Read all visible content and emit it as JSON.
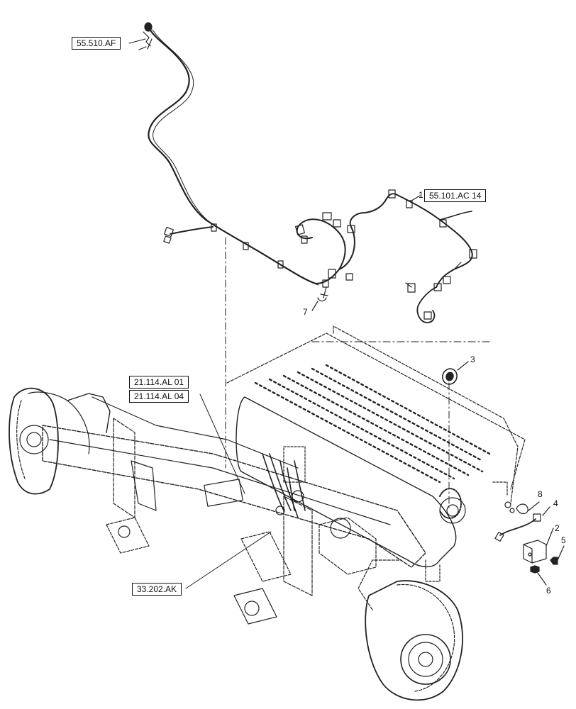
{
  "references": {
    "ref_55_510_af": "55.510.AF",
    "ref_55_101_ac_14": "55.101.AC 14",
    "ref_21_114_al_01": "21.114.AL 01",
    "ref_21_114_al_04": "21.114.AL 04",
    "ref_33_202_ak": "33.202.AK"
  },
  "callouts": {
    "item_1": "1",
    "item_2": "2",
    "item_3": "3",
    "item_4": "4",
    "item_5": "5",
    "item_6": "6",
    "item_7": "7",
    "item_8": "8"
  }
}
